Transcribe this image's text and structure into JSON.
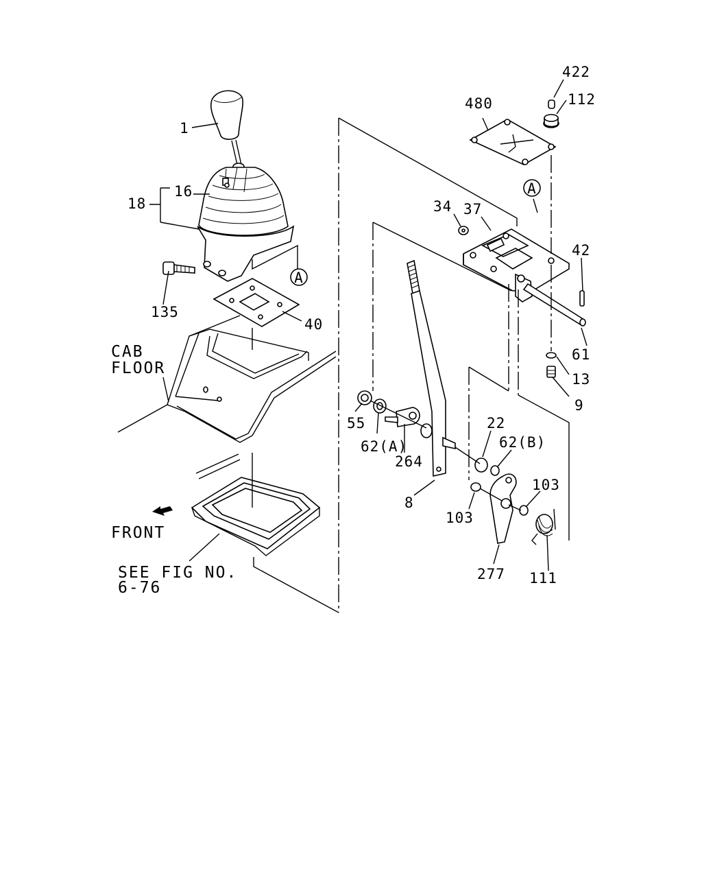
{
  "diagram": {
    "part_numbers": {
      "p1": "1",
      "p16": "16",
      "p18": "18",
      "p135": "135",
      "p40": "40",
      "p480": "480",
      "p422": "422",
      "p112": "112",
      "p34": "34",
      "p37": "37",
      "p42": "42",
      "p61": "61",
      "p13": "13",
      "p9": "9",
      "p55": "55",
      "p62a": "62(A)",
      "p264": "264",
      "p22": "22",
      "p62b": "62(B)",
      "p103a": "103",
      "p103b": "103",
      "p8": "8",
      "p277": "277",
      "p111": "111"
    },
    "callouts": {
      "ref_a_left": "A",
      "ref_a_right": "A"
    },
    "notes": {
      "cab": "CAB",
      "floor": "FLOOR",
      "front": "FRONT",
      "see_fig": "SEE FIG NO.",
      "fig_no": "6-76"
    }
  }
}
